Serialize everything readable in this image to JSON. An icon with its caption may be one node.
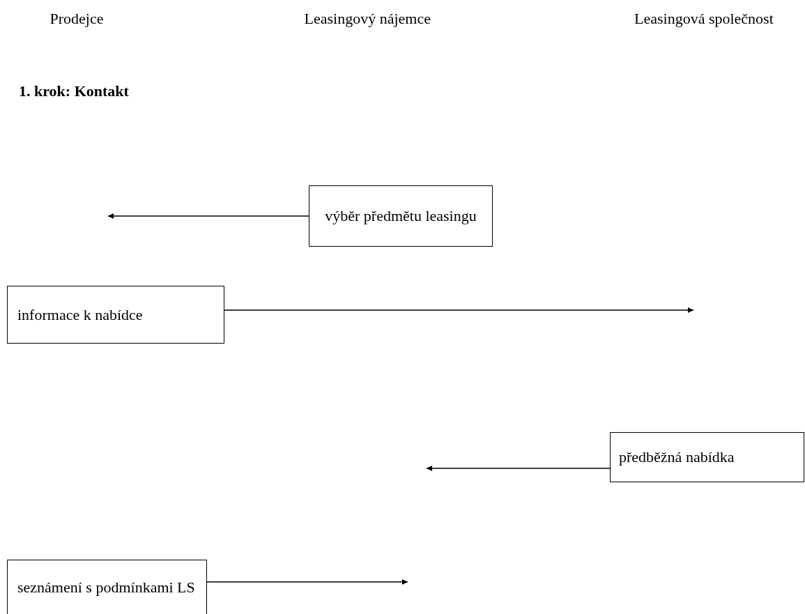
{
  "diagram": {
    "title": "1. krok: Kontakt",
    "nodes": [
      {
        "text": [
          "výběr předmětu leasingu"
        ]
      },
      {
        "text": [
          "informace k nabídce"
        ]
      },
      {
        "text": [
          "předběžná nabídka"
        ]
      },
      {
        "text": [
          "seznámení s podmínkami LS"
        ]
      }
    ],
    "edges": [
      {
        "from": 0,
        "to": null,
        "arrow": "to"
      },
      {
        "from": 1,
        "to": null,
        "arrow": "to"
      },
      {
        "from": 2,
        "to": null,
        "arrow": "to"
      },
      {
        "from": 3,
        "to": null,
        "arrow": "to"
      }
    ],
    "labels": [
      "Prodejce",
      "Leasingový nájemce",
      "Leasingová společnost"
    ]
  }
}
